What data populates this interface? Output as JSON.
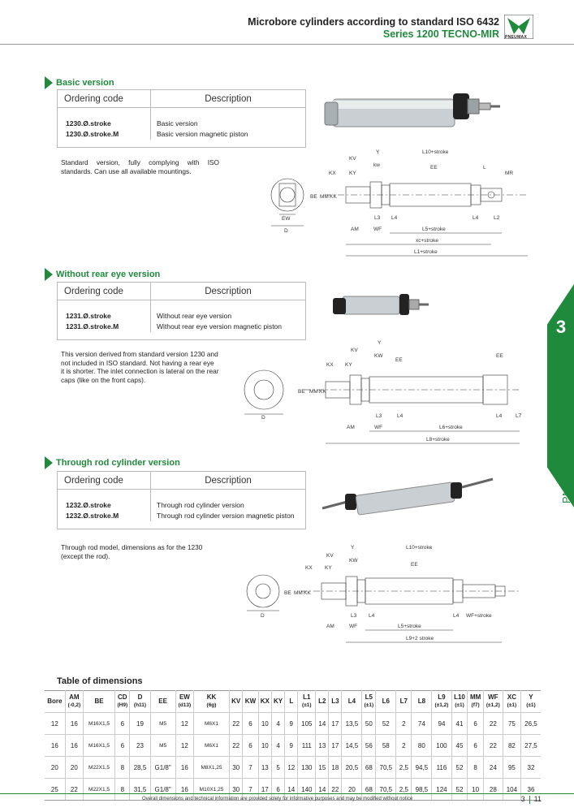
{
  "header": {
    "title": "Microbore cylinders according to standard ISO 6432",
    "subtitle": "Series 1200 TECNO-MIR",
    "logo_text": "PNEUMAX"
  },
  "side_tab": {
    "number": "3",
    "label": "PNEUMATIC ACTUATION"
  },
  "table_headers": {
    "ordering_code": "Ordering code",
    "description": "Description"
  },
  "sections": [
    {
      "title": "Basic version",
      "codes": [
        "1230.Ø.stroke",
        "1230.Ø.stroke.M"
      ],
      "descriptions": [
        "Basic version",
        "Basic version magnetic piston"
      ],
      "text": "Standard version, fully complying with ISO standards. Can use all available mountings."
    },
    {
      "title": "Without rear eye version",
      "codes": [
        "1231.Ø.stroke",
        "1231.Ø.stroke.M"
      ],
      "descriptions": [
        "Without rear eye version",
        "Without rear eye version magnetic piston"
      ],
      "text": "This version derived from standard version 1230 and not included in ISO standard. Not having a rear eye it is shorter. The inlet connection is lateral on the rear caps (like on the front caps)."
    },
    {
      "title": "Through rod cylinder version",
      "codes": [
        "1232.Ø.stroke",
        "1232.Ø.stroke.M"
      ],
      "descriptions": [
        "Through rod cylinder version",
        "Through rod cylinder version magnetic piston"
      ],
      "text": "Through rod model, dimensions as for the 1230 (except the rod)."
    }
  ],
  "drawing_labels": {
    "d1": {
      "KV": "KV",
      "Y": "Y",
      "L10": "L10+stroke",
      "kw": "kw",
      "KX": "KX",
      "KY": "KY",
      "EE": "EE",
      "L": "L",
      "MR": "MR",
      "BE": "BE",
      "MM": "MM",
      "KK": "KK",
      "L3": "L3",
      "L4": "L4",
      "L2": "L2",
      "AM": "AM",
      "WF": "WF",
      "L5": "L5+stroke",
      "xc": "xc+stroke",
      "L1": "L1+stroke",
      "EW": "EW",
      "D": "D"
    },
    "d2": {
      "Y": "Y",
      "KV": "KV",
      "KW": "KW",
      "EE": "EE",
      "KX": "KX",
      "KY": "KY",
      "BE": "BE",
      "MM": "MM",
      "KK": "KK",
      "L3": "L3",
      "L4": "L4",
      "L7": "L7",
      "AM": "AM",
      "WF": "WF",
      "L6": "L6+stroke",
      "L8": "L8+stroke",
      "D": "D"
    },
    "d3": {
      "Y": "Y",
      "KV": "KV",
      "L10": "L10+stroke",
      "KW": "KW",
      "EE": "EE",
      "KX": "KX",
      "KY": "KY",
      "BE": "BE",
      "MM": "MM",
      "KK": "KK",
      "L3": "L3",
      "L4": "L4",
      "AM": "AM",
      "WF": "WF",
      "L5": "L5+stroke",
      "WFs": "WF+stroke",
      "L9": "L9+2 stroke",
      "D": "D"
    }
  },
  "dimensions": {
    "title": "Table of dimensions",
    "headers": [
      [
        "Bore",
        ""
      ],
      [
        "AM",
        "(-0,2)"
      ],
      [
        "BE",
        ""
      ],
      [
        "CD",
        "(H9)"
      ],
      [
        "D",
        "(h11)"
      ],
      [
        "EE",
        ""
      ],
      [
        "EW",
        "(d13)"
      ],
      [
        "KK",
        "(6g)"
      ],
      [
        "KV",
        ""
      ],
      [
        "KW",
        ""
      ],
      [
        "KX",
        ""
      ],
      [
        "KY",
        ""
      ],
      [
        "L",
        ""
      ],
      [
        "L1",
        "(±1)"
      ],
      [
        "L2",
        ""
      ],
      [
        "L3",
        ""
      ],
      [
        "L4",
        ""
      ],
      [
        "L5",
        "(±1)"
      ],
      [
        "L6",
        ""
      ],
      [
        "L7",
        ""
      ],
      [
        "L8",
        ""
      ],
      [
        "L9",
        "(±1,2)"
      ],
      [
        "L10",
        "(±1)"
      ],
      [
        "MM",
        "(f7)"
      ],
      [
        "WF",
        "(±1,2)"
      ],
      [
        "XC",
        "(±1)"
      ],
      [
        "Y",
        "(±1)"
      ]
    ],
    "rows": [
      [
        "12",
        "16",
        "M16X1,5",
        "6",
        "19",
        "M5",
        "12",
        "M6X1",
        "22",
        "6",
        "10",
        "4",
        "9",
        "105",
        "14",
        "17",
        "13,5",
        "50",
        "52",
        "2",
        "74",
        "94",
        "41",
        "6",
        "22",
        "75",
        "26,5"
      ],
      [
        "16",
        "16",
        "M16X1,5",
        "6",
        "23",
        "M5",
        "12",
        "M6X1",
        "22",
        "6",
        "10",
        "4",
        "9",
        "111",
        "13",
        "17",
        "14,5",
        "56",
        "58",
        "2",
        "80",
        "100",
        "45",
        "6",
        "22",
        "82",
        "27,5"
      ],
      [
        "20",
        "20",
        "M22X1,5",
        "8",
        "28,5",
        "G1/8\"",
        "16",
        "M8X1,25",
        "30",
        "7",
        "13",
        "5",
        "12",
        "130",
        "15",
        "18",
        "20,5",
        "68",
        "70,5",
        "2,5",
        "94,5",
        "116",
        "52",
        "8",
        "24",
        "95",
        "32"
      ],
      [
        "25",
        "22",
        "M22X1,5",
        "8",
        "31,5",
        "G1/8\"",
        "16",
        "M10X1,25",
        "30",
        "7",
        "17",
        "6",
        "14",
        "140",
        "14",
        "22",
        "20",
        "68",
        "70,5",
        "2,5",
        "98,5",
        "124",
        "52",
        "10",
        "28",
        "104",
        "36"
      ]
    ]
  },
  "footer": {
    "note": "Overall dimensions and technical information are provided solely for informative purposes and may be modified without notice",
    "section": "3",
    "page": "11"
  }
}
